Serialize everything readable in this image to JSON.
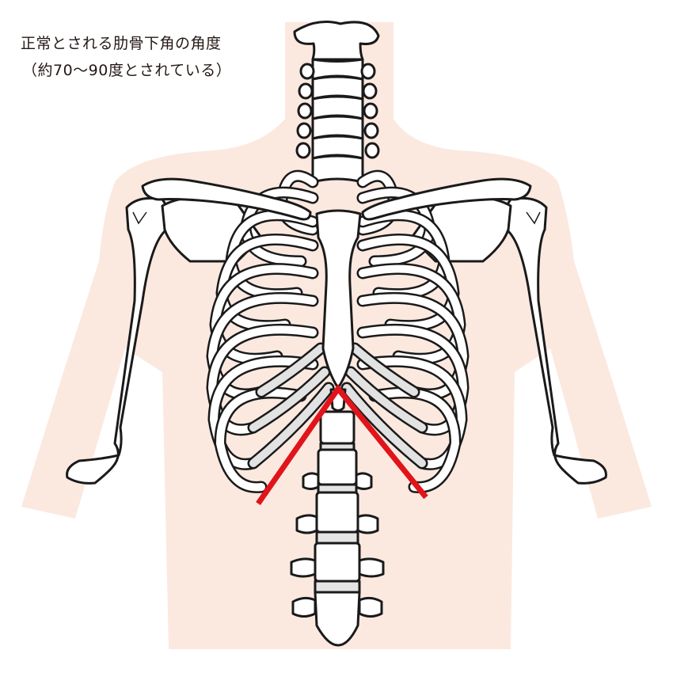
{
  "caption": {
    "line1": "正常とされる肋骨下角の角度",
    "line2": "（約70〜90度とされている）"
  },
  "figure": {
    "subject": "ribcage-skeleton-front-view",
    "highlight": "infrasternal-angle",
    "colors": {
      "skin": "#fbe9e0",
      "bone": "#ffffff",
      "cartilage": "#e2e2e2",
      "outline": "#1a1a1a",
      "angle_line": "#e0141a"
    },
    "angle_lines": {
      "apex": [
        427,
        491
      ],
      "left_end": [
        326,
        636
      ],
      "right_end": [
        538,
        628
      ]
    }
  }
}
